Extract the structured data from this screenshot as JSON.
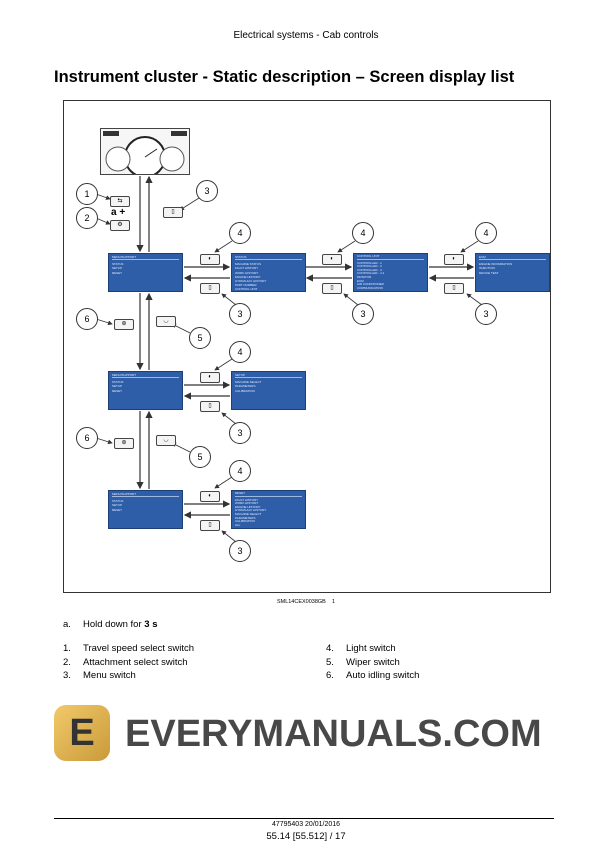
{
  "header": "Electrical systems - Cab controls",
  "title": "Instrument cluster - Static description – Screen display list",
  "screens": {
    "menu1": {
      "title": "MENU/SUPPORT",
      "items": [
        "STATUS",
        "SETUP",
        "RESET"
      ]
    },
    "status": {
      "title": "STATUS",
      "items": [
        "MACHINE STATUS",
        "FAULT HISTORY",
        "WORK HISTORY",
        "ENGINE HISTORY",
        "HYDRAULIC HISTORY",
        "PART NUMBER",
        "CONTROL UNIT"
      ]
    },
    "control": {
      "title": "CONTROL UNIT",
      "items": [
        "CONTROLLER - 1",
        "CONTROLLER - 2",
        "CONTROLLER - 3",
        "CONTROLLER - 4.1",
        "MONITOR",
        "ECM",
        "AIR CONDITIONER",
        "COMMUNICATION"
      ]
    },
    "ecm": {
      "title": "ECM",
      "items": [
        "ENGINE INFORMATION",
        "INJECTION",
        "DEVICE TEST"
      ]
    },
    "menu2": {
      "title": "MENU/SUPPORT",
      "items": [
        "STATUS",
        "SETUP",
        "RESET"
      ]
    },
    "setup": {
      "title": "SETUP",
      "items": [
        "MACHINE SELECT",
        "PARAMETERS",
        "CALIBRATION"
      ]
    },
    "menu3": {
      "title": "MENU/SUPPORT",
      "items": [
        "STATUS",
        "SETUP",
        "RESET"
      ]
    },
    "reset": {
      "title": "RESET",
      "items": [
        "FAULT HISTORY",
        "WORK HISTORY",
        "ENGINE HISTORY",
        "HYDRAULIC HISTORY",
        "MACHINE SELECT",
        "PARAMETERS",
        "CALIBRATION",
        "ALL"
      ]
    }
  },
  "callouts": {
    "c1": "1",
    "c2": "2",
    "c3": "3",
    "c4": "4",
    "c5": "5",
    "c6": "6",
    "a": "a",
    "plus": "+"
  },
  "figure_ref": "SML14CEX0038GB",
  "figure_num": "1",
  "note": {
    "letter": "a.",
    "text": "Hold down for ",
    "bold": "3 s"
  },
  "legend": [
    {
      "n": "1.",
      "label": "Travel speed select switch"
    },
    {
      "n": "2.",
      "label": "Attachment select switch"
    },
    {
      "n": "3.",
      "label": "Menu switch"
    },
    {
      "n": "4.",
      "label": "Light switch"
    },
    {
      "n": "5.",
      "label": "Wiper switch"
    },
    {
      "n": "6.",
      "label": "Auto idling switch"
    }
  ],
  "watermark": "EVERYMANUALS.COM",
  "footer": {
    "doc": "47795403 20/01/2016",
    "page": "55.14 [55.512] / 17"
  }
}
